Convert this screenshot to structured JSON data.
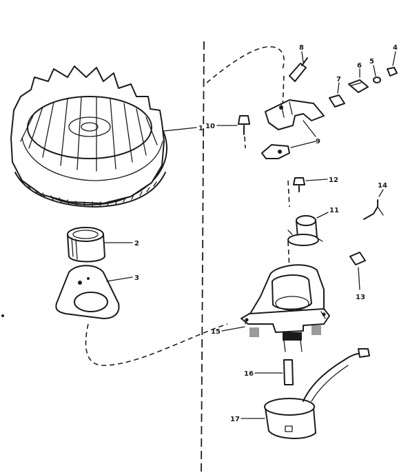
{
  "diagram": {
    "callouts": [
      {
        "id": "flywheel",
        "label": "1"
      },
      {
        "id": "sleeve",
        "label": "2"
      },
      {
        "id": "plate",
        "label": "3"
      },
      {
        "id": "nut",
        "label": "4"
      },
      {
        "id": "lockwasher",
        "label": "5"
      },
      {
        "id": "clip",
        "label": "6"
      },
      {
        "id": "spacer",
        "label": "7"
      },
      {
        "id": "screw",
        "label": "8"
      },
      {
        "id": "bracket",
        "label": "9"
      },
      {
        "id": "screw-left",
        "label": "10"
      },
      {
        "id": "cylinder",
        "label": "11"
      },
      {
        "id": "screw-mid",
        "label": "12"
      },
      {
        "id": "insulator",
        "label": "13"
      },
      {
        "id": "wire-clip",
        "label": "14"
      },
      {
        "id": "housing",
        "label": "15"
      },
      {
        "id": "pin",
        "label": "16"
      },
      {
        "id": "coil",
        "label": "17"
      }
    ]
  }
}
